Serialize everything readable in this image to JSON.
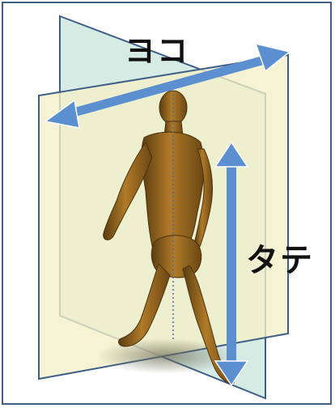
{
  "labels": {
    "horizontal": "ヨコ",
    "vertical": "タテ"
  },
  "colors": {
    "frame_border": "#3f5f86",
    "sagittal_plane": "#cfe7df",
    "frontal_plane": "#efedc8",
    "arrow": "#5b8fd0",
    "figure_skin": "#9b6a1f",
    "figure_dark": "#5a3d10",
    "spine_line": "#4a6ea0"
  },
  "icons": {
    "horizontal_arrow": "double-headed-horizontal-arrow",
    "vertical_arrow": "double-headed-vertical-arrow"
  }
}
